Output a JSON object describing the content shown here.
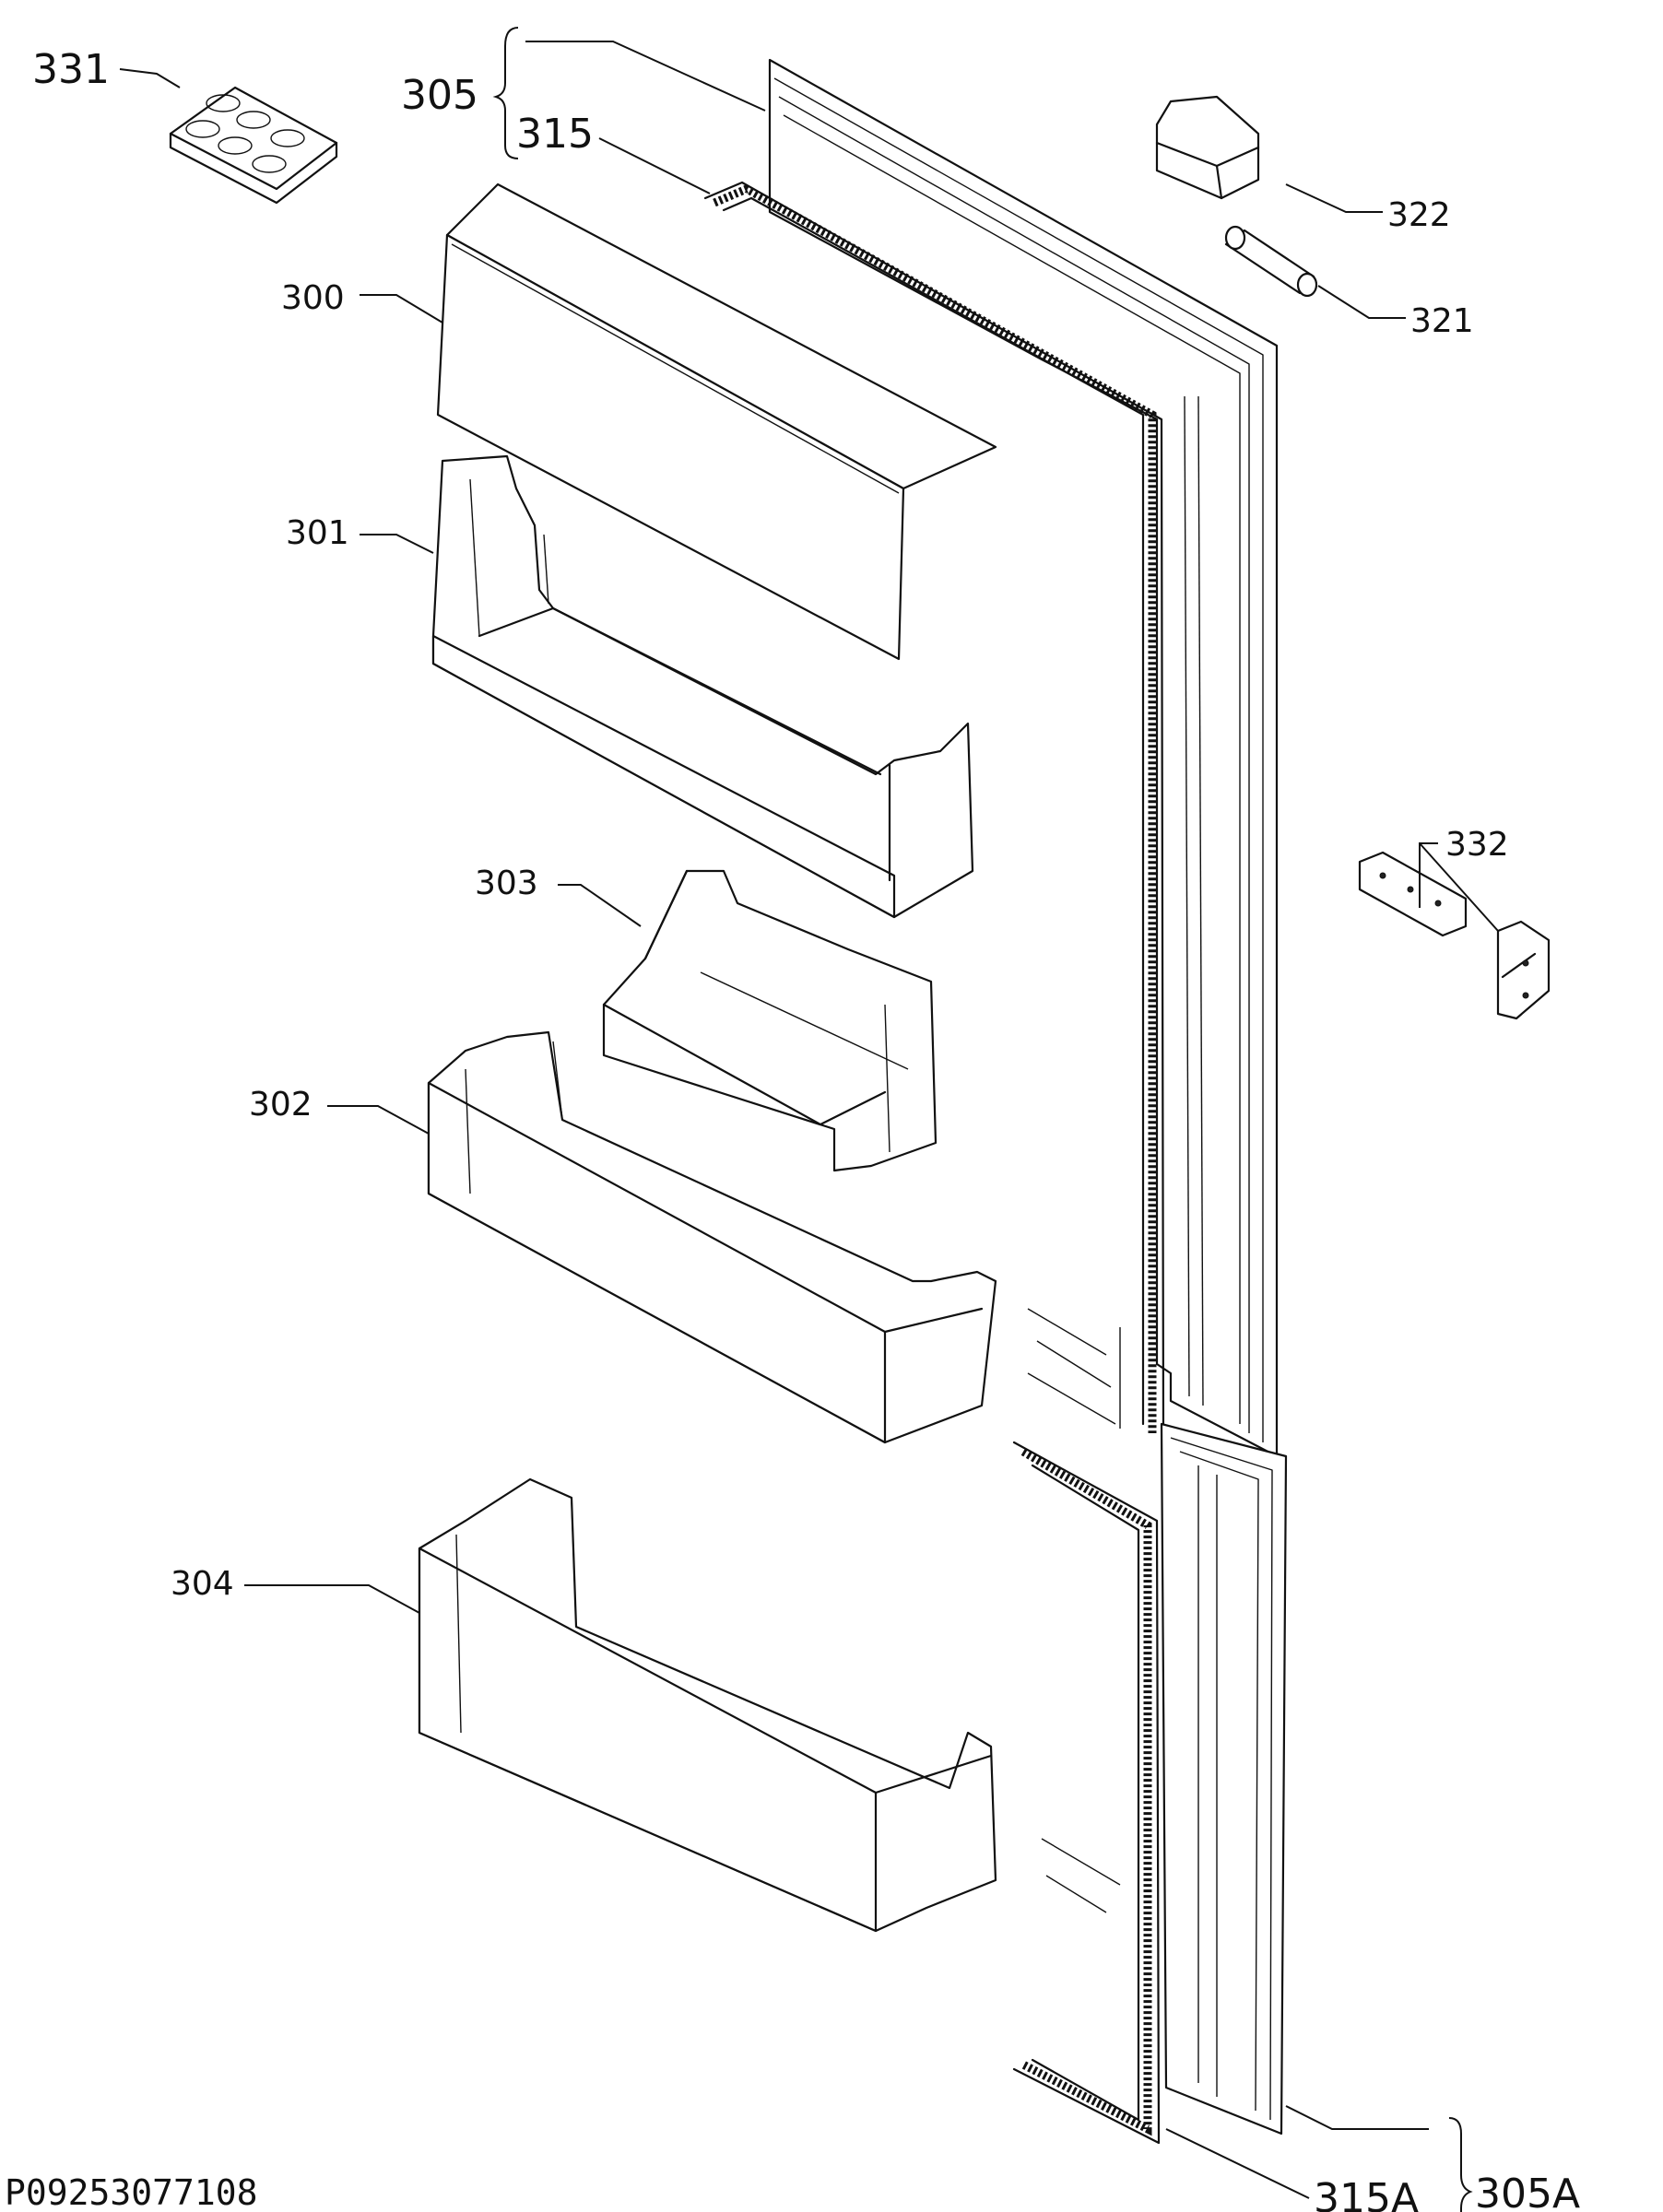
{
  "labels": {
    "p300": "300",
    "p301": "301",
    "p302": "302",
    "p303": "303",
    "p304": "304",
    "p305": "305",
    "p305a": "305A",
    "p315": "315",
    "p315a": "315A",
    "p321": "321",
    "p322": "322",
    "p331": "331",
    "p332": "332"
  },
  "drawing_code": "P09253077108"
}
